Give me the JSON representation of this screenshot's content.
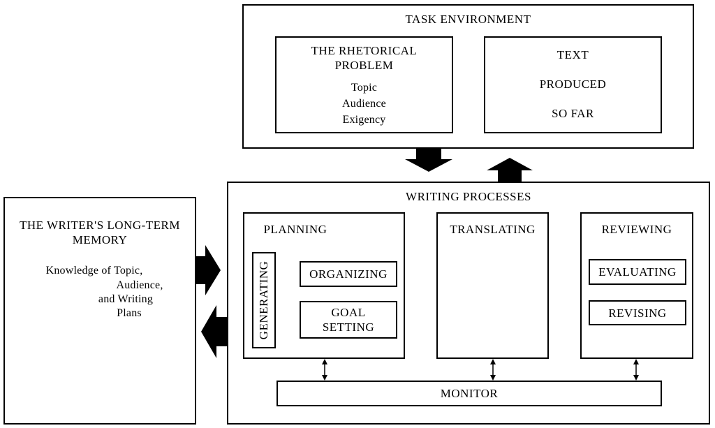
{
  "task_environment": {
    "title": "TASK ENVIRONMENT",
    "rhetorical_problem": {
      "title_lines": [
        "THE RHETORICAL",
        "PROBLEM"
      ],
      "items": [
        "Topic",
        "Audience",
        "Exigency"
      ]
    },
    "text_produced": {
      "lines": [
        "TEXT",
        "PRODUCED",
        "SO FAR"
      ]
    }
  },
  "long_term_memory": {
    "title_lines": [
      "THE WRITER'S LONG-TERM",
      "MEMORY"
    ],
    "body_lines": [
      "Knowledge of Topic,",
      "Audience,",
      "and Writing",
      "Plans"
    ]
  },
  "writing_processes": {
    "title": "WRITING PROCESSES",
    "planning": {
      "title": "PLANNING",
      "generating": "GENERATING",
      "organizing": "ORGANIZING",
      "goal_setting_lines": [
        "GOAL",
        "SETTING"
      ]
    },
    "translating": {
      "title": "TRANSLATING"
    },
    "reviewing": {
      "title": "REVIEWING",
      "evaluating": "EVALUATING",
      "revising": "REVISING"
    },
    "monitor": "MONITOR"
  }
}
